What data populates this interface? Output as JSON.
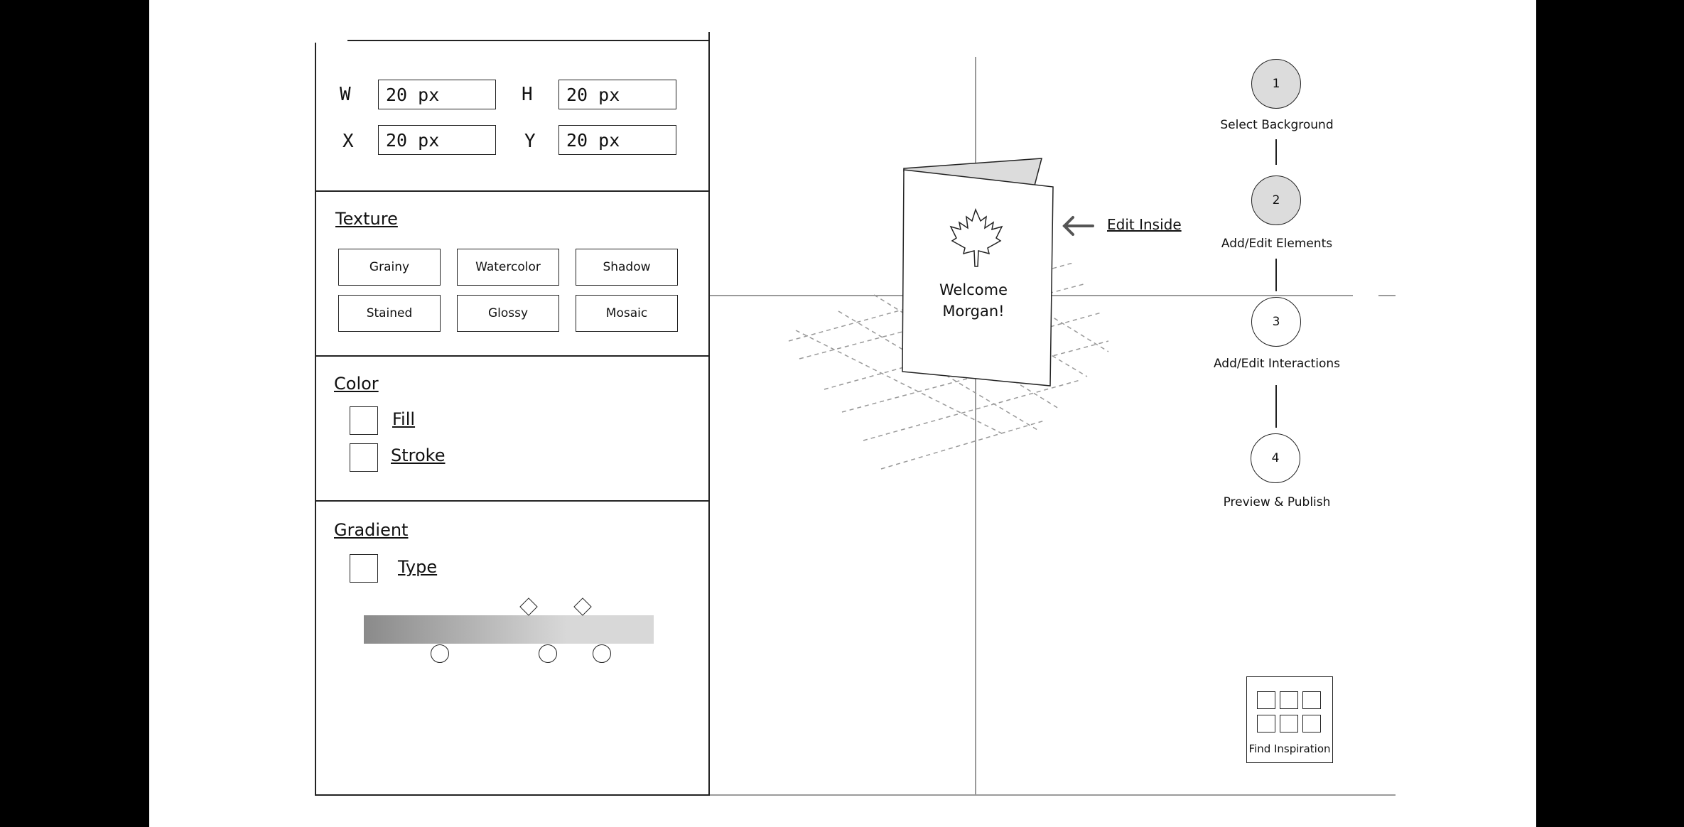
{
  "dimensions": {
    "w_label": "W",
    "w_value": "20 px",
    "h_label": "H",
    "h_value": "20 px",
    "x_label": "X",
    "x_value": "20 px",
    "y_label": "Y",
    "y_value": "20 px"
  },
  "texture": {
    "title": "Texture",
    "options": [
      "Grainy",
      "Watercolor",
      "Shadow",
      "Stained",
      "Glossy",
      "Mosaic"
    ]
  },
  "color": {
    "title": "Color",
    "fill_label": "Fill",
    "stroke_label": "Stroke"
  },
  "gradient": {
    "title": "Gradient",
    "type_label": "Type"
  },
  "card": {
    "line1": "Welcome",
    "line2": "Morgan!",
    "edit_inside": "Edit Inside"
  },
  "steps": [
    {
      "number": "1",
      "label": "Select Background"
    },
    {
      "number": "2",
      "label": "Add/Edit Elements"
    },
    {
      "number": "3",
      "label": "Add/Edit Interactions"
    },
    {
      "number": "4",
      "label": "Preview & Publish"
    }
  ],
  "inspiration": {
    "label": "Find Inspiration"
  },
  "colors": {
    "active_step": "#dcdcdc",
    "gradient_start": "#8a8a8a",
    "gradient_end": "#d8d8d8"
  }
}
